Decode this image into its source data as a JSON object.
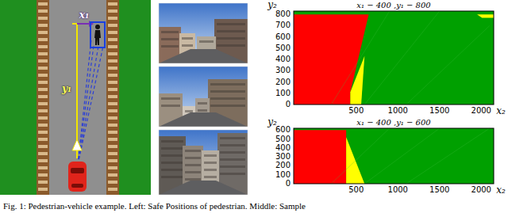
{
  "diagram": {
    "caption": "Fig. 1: Pedestrian-vehicle example. Left: Safe Positions of pedestrian. Middle: Sample",
    "labels": [
      "x₁",
      "y₁",
      "y₂",
      "x₁ − 400 ,y₁ − 800",
      "0",
      "100",
      "200",
      "300",
      "400",
      "500",
      "600",
      "700",
      "800",
      "500",
      "1000",
      "1500",
      "2000",
      "x₂",
      "y₂",
      "x₁ − 400 ,y₁ − 600",
      "0",
      "100",
      "200",
      "300",
      "400",
      "500",
      "600",
      "500",
      "1000",
      "1500",
      "2000",
      "x₂"
    ]
  }
}
